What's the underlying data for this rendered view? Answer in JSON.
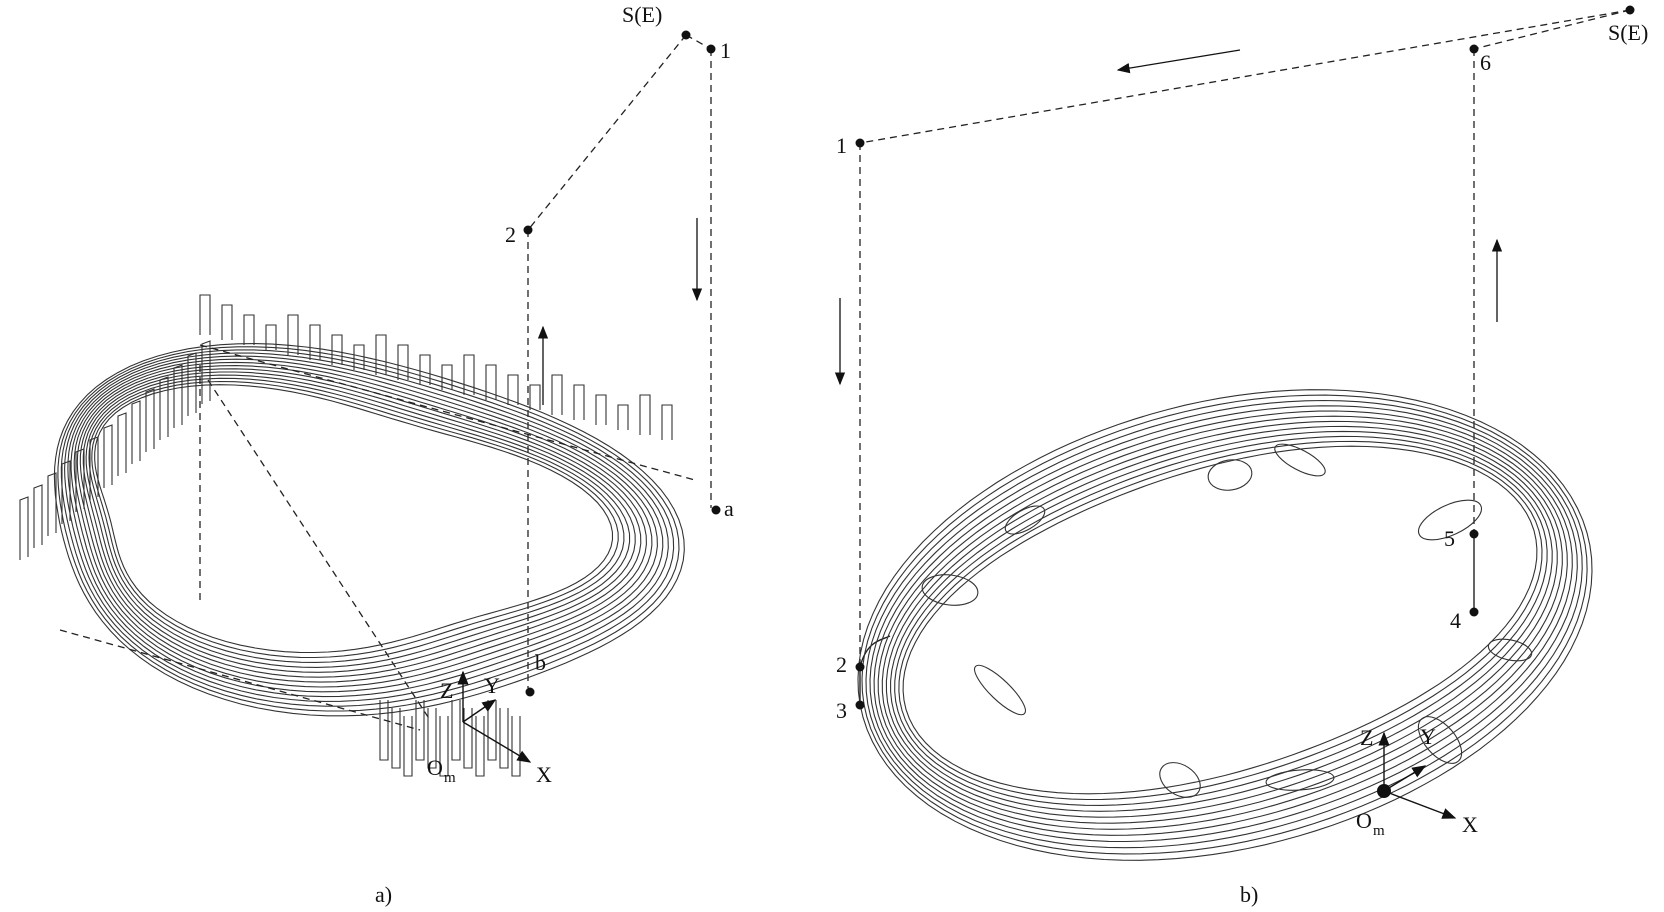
{
  "panel_a": {
    "caption": "a)",
    "points": {
      "s": "S(E)",
      "p1": "1",
      "p2": "2",
      "a": "a",
      "b": "b"
    },
    "axes": {
      "z": "Z",
      "y": "Y",
      "x": "X",
      "origin": "O",
      "origin_sub": "m"
    }
  },
  "panel_b": {
    "caption": "b)",
    "points": {
      "s": "S(E)",
      "p1": "1",
      "p2": "2",
      "p3": "3",
      "p4": "4",
      "p5": "5",
      "p6": "6"
    },
    "axes": {
      "z": "Z",
      "y": "Y",
      "x": "X",
      "origin": "O",
      "origin_sub": "m"
    }
  },
  "colors": {
    "ink": "#222222",
    "background": "#ffffff"
  }
}
